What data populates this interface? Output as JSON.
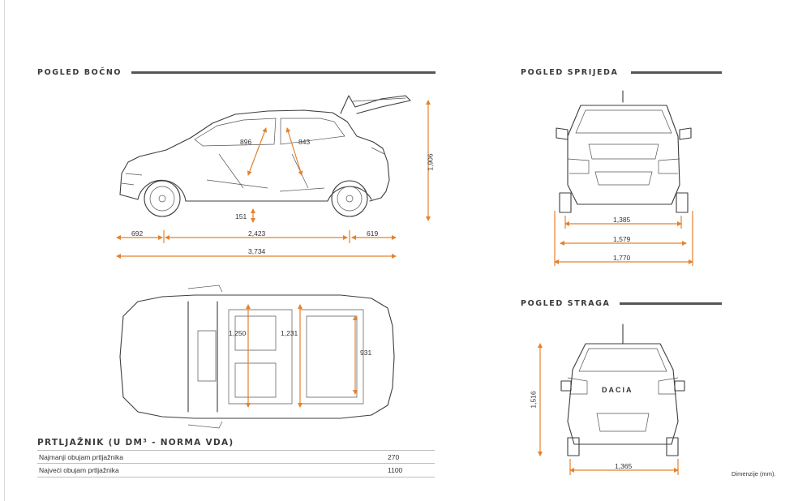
{
  "views": {
    "side": {
      "title": "POGLED BOČNO"
    },
    "front": {
      "title": "POGLED SPRIJEDA"
    },
    "rear": {
      "title": "POGLED STRAGA"
    }
  },
  "dimensions": {
    "side": {
      "legroom_front": "896",
      "legroom_rear": "843",
      "ground_clearance": "151",
      "front_overhang": "692",
      "wheelbase": "2,423",
      "rear_overhang": "619",
      "length": "3,734",
      "height": "1,906"
    },
    "front": {
      "track": "1,385",
      "body_width": "1,579",
      "width_mirrors": "1,770"
    },
    "top": {
      "width_front": "1,250",
      "width_rear": "1,231",
      "boot_length": "931"
    },
    "rear": {
      "height": "1,516",
      "track": "1,365"
    }
  },
  "rear_badge": "DACIA",
  "luggage": {
    "title": "PRTLJAŽNIK (U DM³ - NORMA VDA)",
    "rows": [
      {
        "label": "Najmanji obujam prtljažnika",
        "value": "270"
      },
      {
        "label": "Najveći obujam prtljažnika",
        "value": "1100"
      }
    ]
  },
  "note": "Dimenzije (mm).",
  "colors": {
    "accent": "#e4822f",
    "line": "#3d3d3d"
  }
}
